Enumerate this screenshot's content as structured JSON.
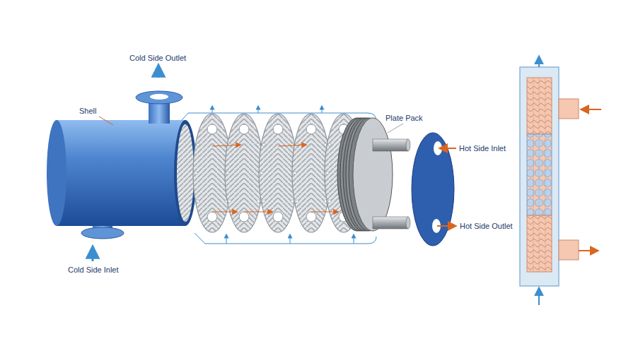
{
  "diagram": {
    "labels": [
      "Cold Side Outlet",
      "Shell",
      "Plate Pack",
      "Hot Side Inlet",
      "Hot Side Outlet",
      "Cold Side Inlet"
    ]
  }
}
